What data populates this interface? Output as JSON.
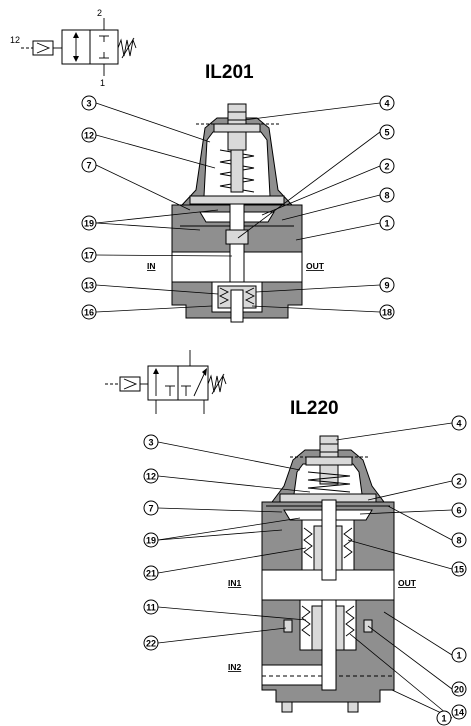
{
  "diagrams": [
    {
      "model": "IL201",
      "symbol_ports": {
        "pilot": "12",
        "top": "2",
        "bottom": "1"
      },
      "port_in": "IN",
      "port_out": "OUT",
      "callouts_left": [
        "3",
        "12",
        "7",
        "19",
        "17",
        "13",
        "16"
      ],
      "callouts_right": [
        "4",
        "5",
        "2",
        "8",
        "1",
        "9",
        "18"
      ]
    },
    {
      "model": "IL220",
      "port_in1": "IN1",
      "port_in2": "IN2",
      "port_out": "OUT",
      "callouts_left": [
        "3",
        "12",
        "7",
        "19",
        "21",
        "11",
        "22"
      ],
      "callouts_right": [
        "4",
        "2",
        "6",
        "8",
        "15",
        "1",
        "20",
        "14",
        "1"
      ]
    }
  ]
}
